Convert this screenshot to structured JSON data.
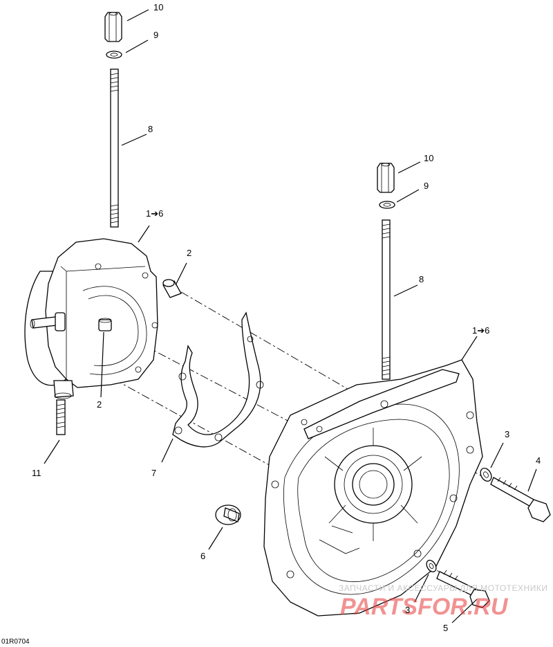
{
  "diagram_code": "01R0704",
  "labels": {
    "l10a": "10",
    "l9a": "9",
    "l8a": "8",
    "l16a": "1➔6",
    "l2a": "2",
    "l2b": "2",
    "l11": "11",
    "l7": "7",
    "l10b": "10",
    "l9b": "9",
    "l8b": "8",
    "l16b": "1➔6",
    "l3a": "3",
    "l4": "4",
    "l6": "6",
    "l3b": "3",
    "l5": "5"
  },
  "watermark": {
    "line1": "ЗАПЧАСТИ И АКСЕССУАРЫ ДЛЯ МОТОТЕХНИКИ",
    "line2": "PARTSFOR.RU"
  },
  "colors": {
    "ink": "#000000",
    "watermark_red": "#e63a3a",
    "watermark_gray": "#c9c9c9"
  }
}
